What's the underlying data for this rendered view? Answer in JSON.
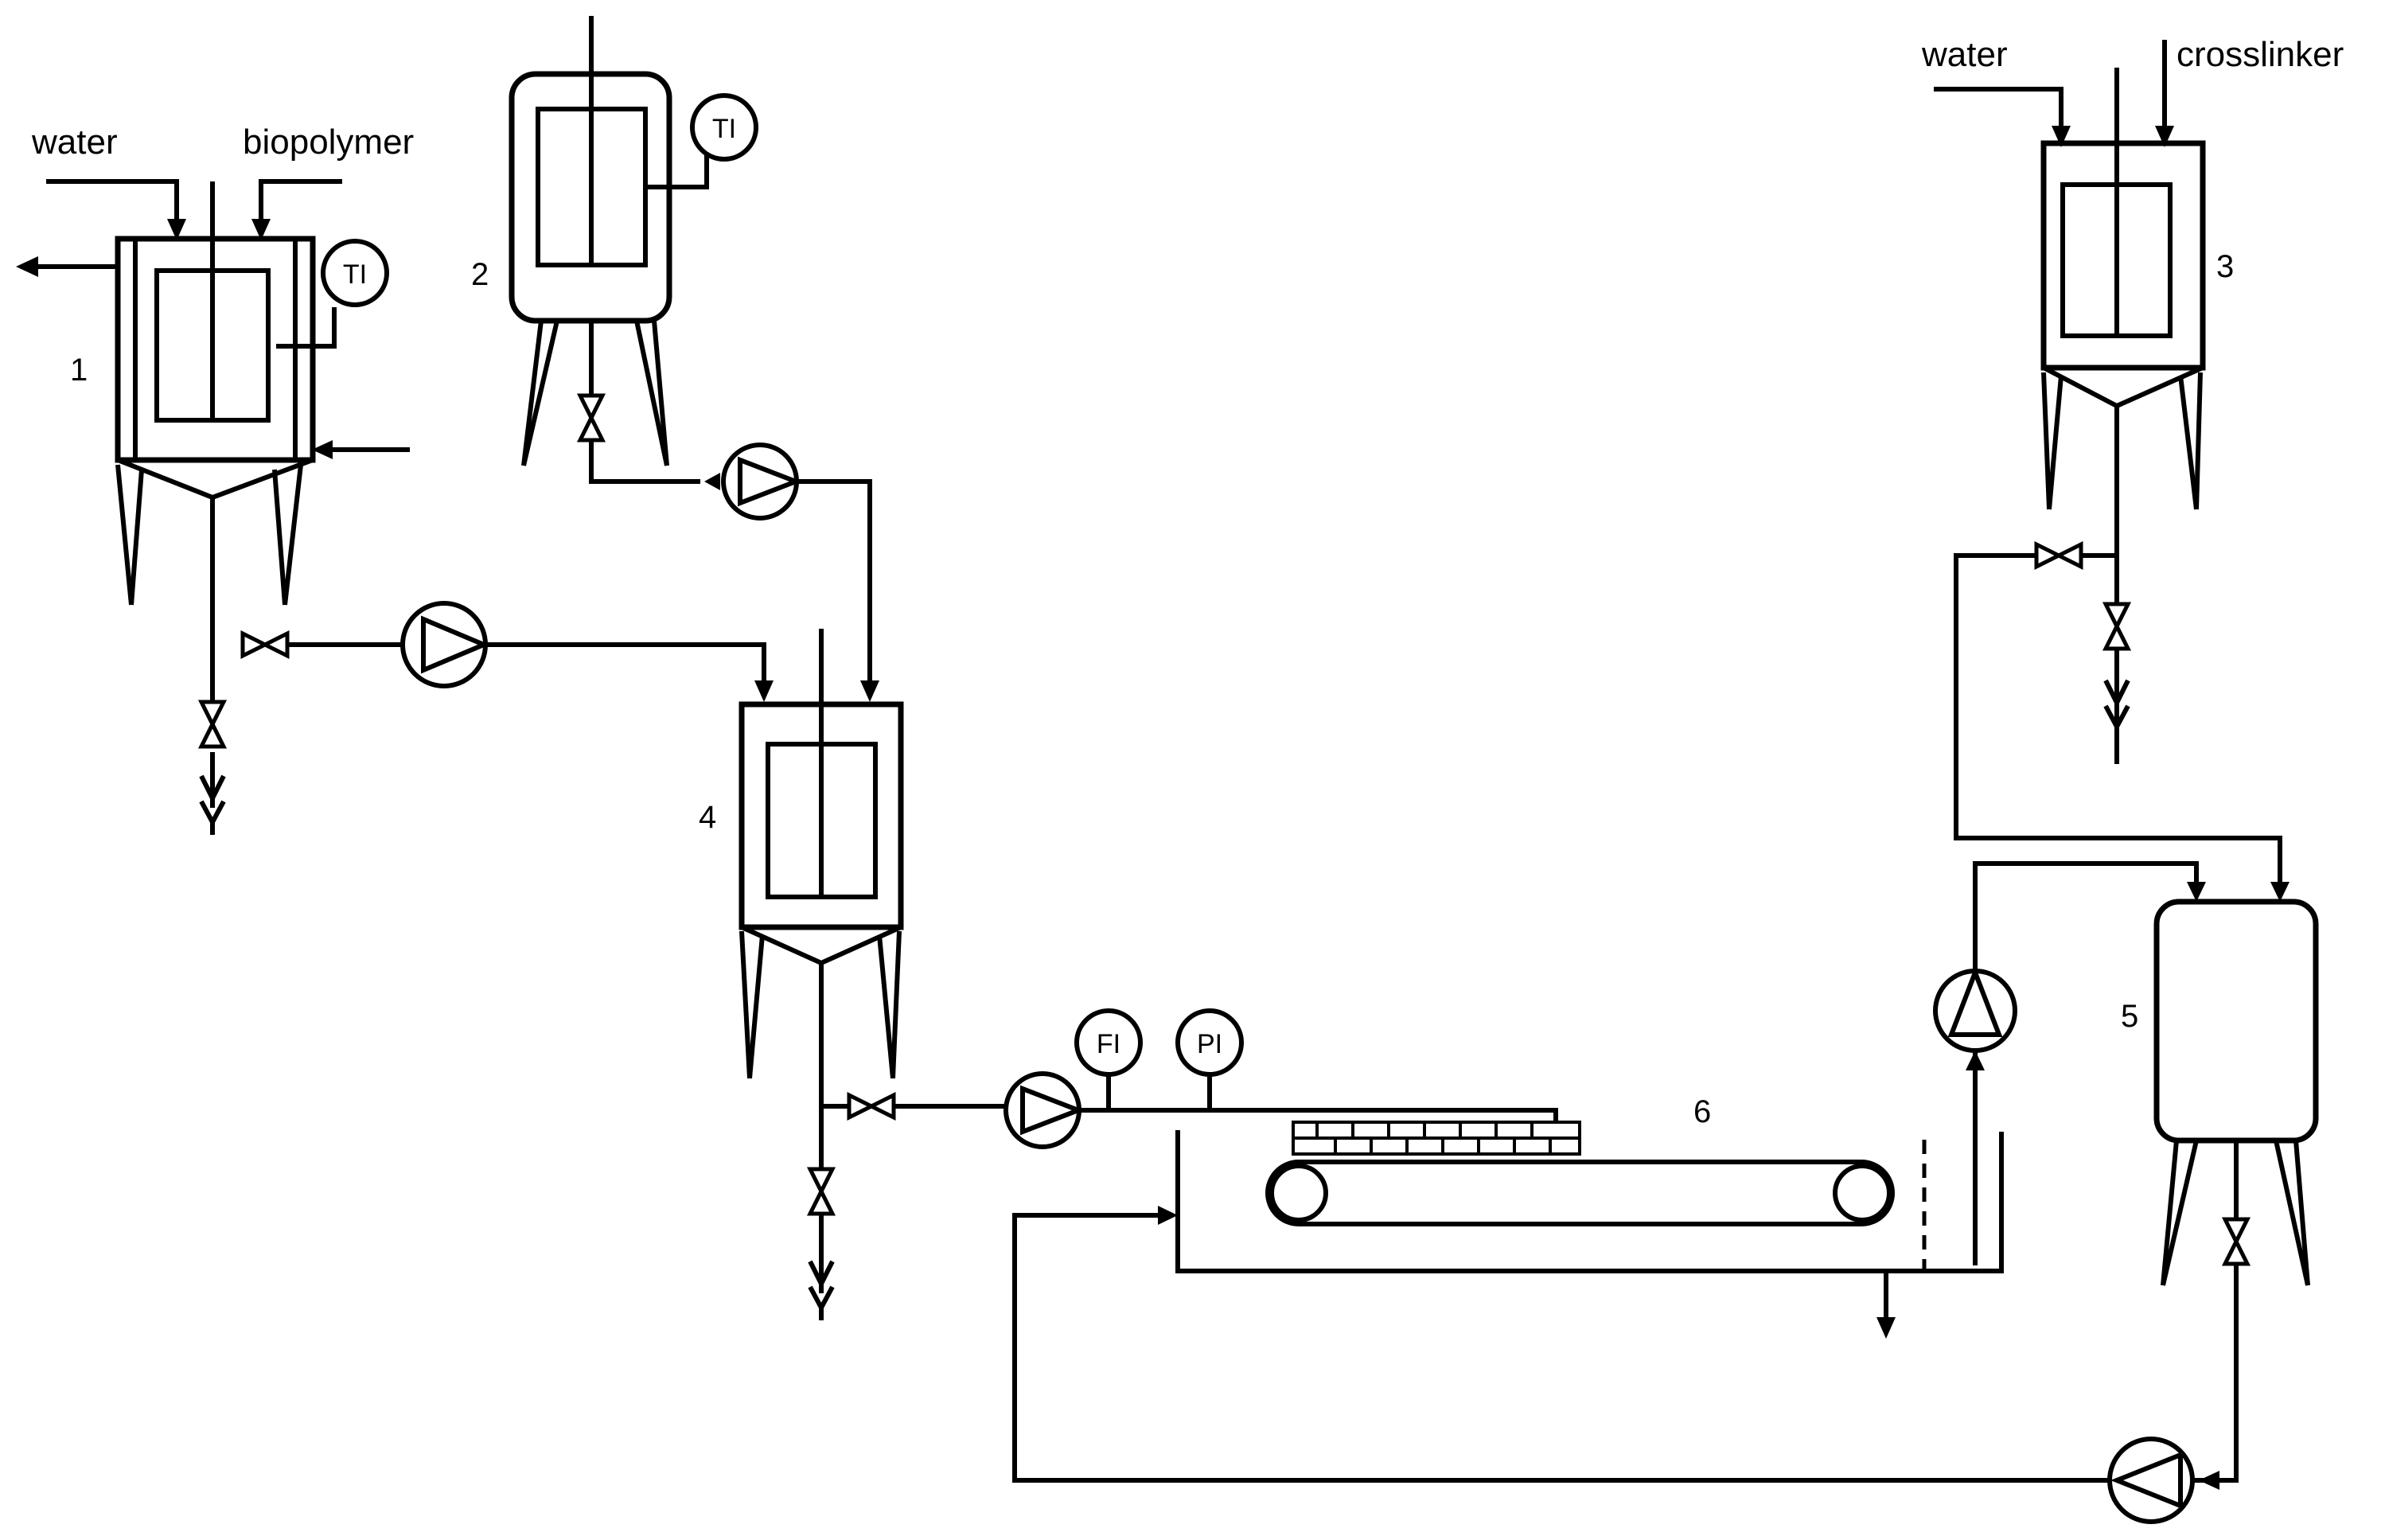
{
  "labels": {
    "water_left": "water",
    "biopolymer": "biopolymer",
    "water_right": "water",
    "crosslinker": "crosslinker"
  },
  "equipment_numbers": {
    "n1": "1",
    "n2": "2",
    "n3": "3",
    "n4": "4",
    "n5": "5",
    "n6": "6"
  },
  "instruments": {
    "ti_tank1": "TI",
    "ti_tank2": "TI",
    "fi": "FI",
    "pi": "PI"
  }
}
